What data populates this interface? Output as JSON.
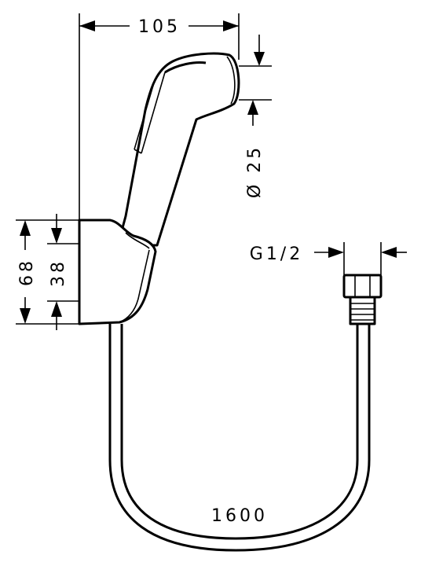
{
  "dimensions": {
    "width": "105",
    "spray_diameter": "Ø 25",
    "holder_height": "68",
    "holder_inner": "38",
    "thread": "G1/2",
    "hose_length": "1600"
  },
  "colors": {
    "line": "#000000",
    "background": "#ffffff"
  }
}
